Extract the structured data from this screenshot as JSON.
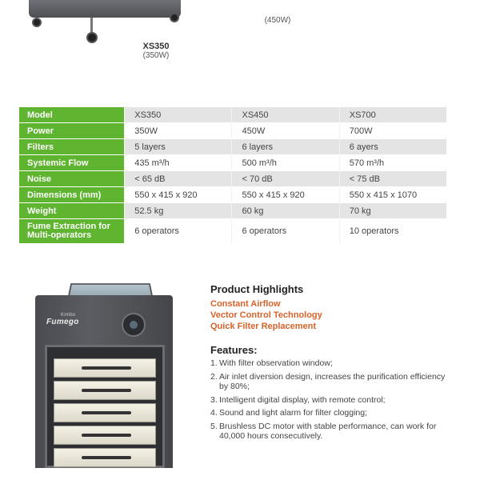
{
  "top_models": [
    {
      "name": "XS350",
      "power": "(350W)"
    },
    {
      "name": "",
      "power": "(450W)"
    }
  ],
  "spec_table": {
    "columns": [
      "Model",
      "XS350",
      "XS450",
      "XS700"
    ],
    "rows": [
      {
        "label": "Power",
        "values": [
          "350W",
          "450W",
          "700W"
        ]
      },
      {
        "label": "Filters",
        "values": [
          "5 layers",
          "6 layers",
          "6 ayers"
        ]
      },
      {
        "label": "Systemic Flow",
        "values": [
          "435 m³/h",
          "500 m³/h",
          "570 m³/h"
        ]
      },
      {
        "label": "Noise",
        "values": [
          "< 65 dB",
          "< 70 dB",
          "< 75 dB"
        ]
      },
      {
        "label": "Dimensions (mm)",
        "values": [
          "550 x 415 x 920",
          "550 x 415 x 920",
          "550 x 415 x 1070"
        ]
      },
      {
        "label": "Weight",
        "values": [
          "52.5 kg",
          "60 kg",
          "70 kg"
        ]
      },
      {
        "label": "Fume Extraction for Multi-operators",
        "values": [
          "6 operators",
          "6 operators",
          "10 operators"
        ]
      }
    ]
  },
  "product": {
    "logo_text": "Fumego",
    "logo_subtext": "Kimbo"
  },
  "highlights": {
    "title": "Product Highlights",
    "items": [
      "Constant Airflow",
      "Vector Control Technology",
      "Quick Filter Replacement"
    ]
  },
  "features": {
    "title": "Features:",
    "items": [
      {
        "num": "1.",
        "text": "With filter observation window;"
      },
      {
        "num": "2.",
        "text": "Air inlet diversion design, increases the purification efficiency by 80%;"
      },
      {
        "num": "3.",
        "text": "Intelligent digital display, with remote control;"
      },
      {
        "num": "4.",
        "text": "Sound and light alarm for filter clogging;"
      },
      {
        "num": "5.",
        "text": "Brushless DC motor with stable performance, can work for 40,000 hours consecutively."
      }
    ]
  },
  "colors": {
    "label_green": "#5fb430",
    "highlight_orange": "#d9622a"
  }
}
